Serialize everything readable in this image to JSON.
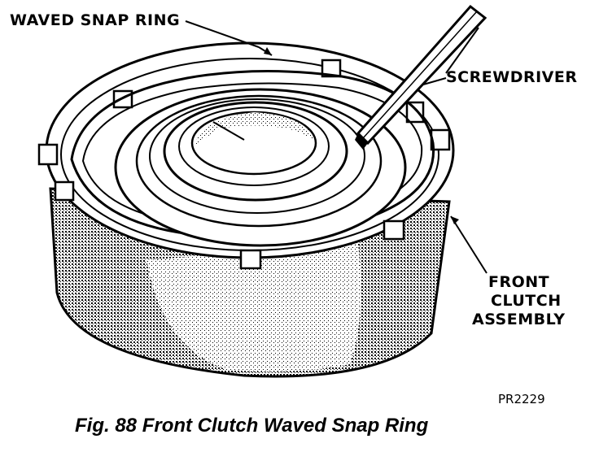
{
  "labels": {
    "waved_snap_ring": "WAVED SNAP RING",
    "screwdriver": "SCREWDRIVER",
    "front": "FRONT",
    "clutch": "CLUTCH",
    "assembly": "ASSEMBLY"
  },
  "figure_code": "PR2229",
  "caption": "Fig. 88 Front Clutch Waved Snap Ring",
  "colors": {
    "ink": "#000000",
    "paper": "#ffffff",
    "shade": "#555555"
  }
}
